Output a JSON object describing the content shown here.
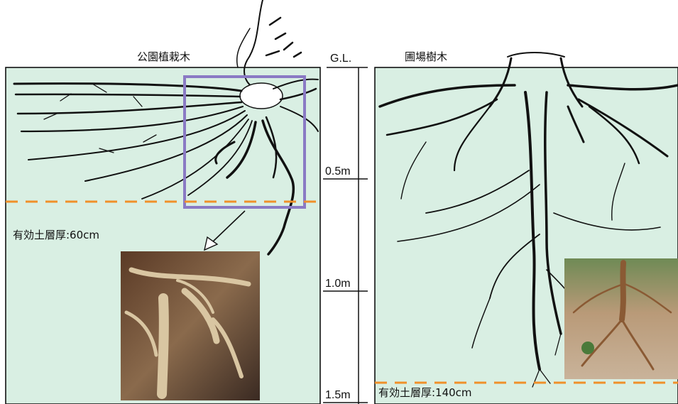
{
  "left_panel": {
    "title": "公園植栽木",
    "depth_label": "有効土層厚:60cm"
  },
  "right_panel": {
    "title": "圃場樹木",
    "depth_label": "有効土層厚:140cm"
  },
  "depth_scale": {
    "ground_level": "G.L.",
    "marks": [
      "0.5m",
      "1.0m",
      "1.5m"
    ]
  },
  "colors": {
    "soil": "#d9efe3",
    "root_line": "#111111",
    "depth_line": "#f0902a",
    "highlight_box": "#8a7ac4"
  }
}
